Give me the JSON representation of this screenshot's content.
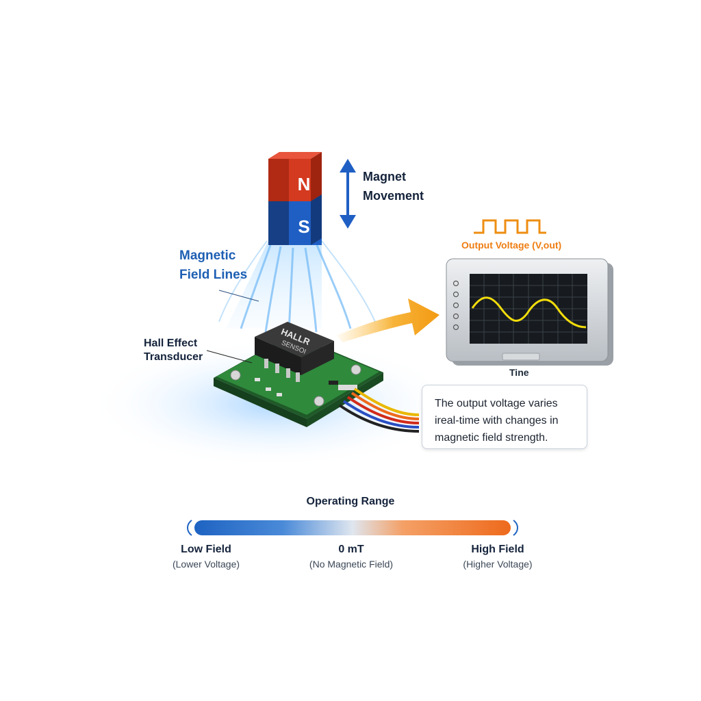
{
  "magnet": {
    "north": "N",
    "south": "S"
  },
  "labels": {
    "magnet_movement_line1": "Magnet",
    "magnet_movement_line2": "Movement",
    "field_lines_line1": "Magnetic",
    "field_lines_line2": "Field Lines",
    "hall_line1": "Hall Effect",
    "hall_line2": "Transducer",
    "chip_line1": "HALLR",
    "chip_line2": "SENSOI",
    "output_voltage": "Output Voltage (V,out)",
    "time_axis": "Tine"
  },
  "callout": {
    "line1": "The output voltage varies",
    "line2": "ireal-time with changes in",
    "line3": "magnetic field strength."
  },
  "range": {
    "title": "Operating Range",
    "low": {
      "label": "Low Field",
      "sub": "(Lower Voltage)"
    },
    "zero": {
      "label": "0 mT",
      "sub": "(No Magnetic Field)"
    },
    "high": {
      "label": "High Field",
      "sub": "(Higher Voltage)"
    }
  },
  "colors": {
    "north_red": "#d43a1f",
    "south_blue": "#1f5fc4",
    "arrow_blue": "#1f5fc4",
    "accent_orange": "#f4a21a",
    "pcb_green": "#2f8a3c",
    "signal_yellow": "#f2dc0c"
  }
}
